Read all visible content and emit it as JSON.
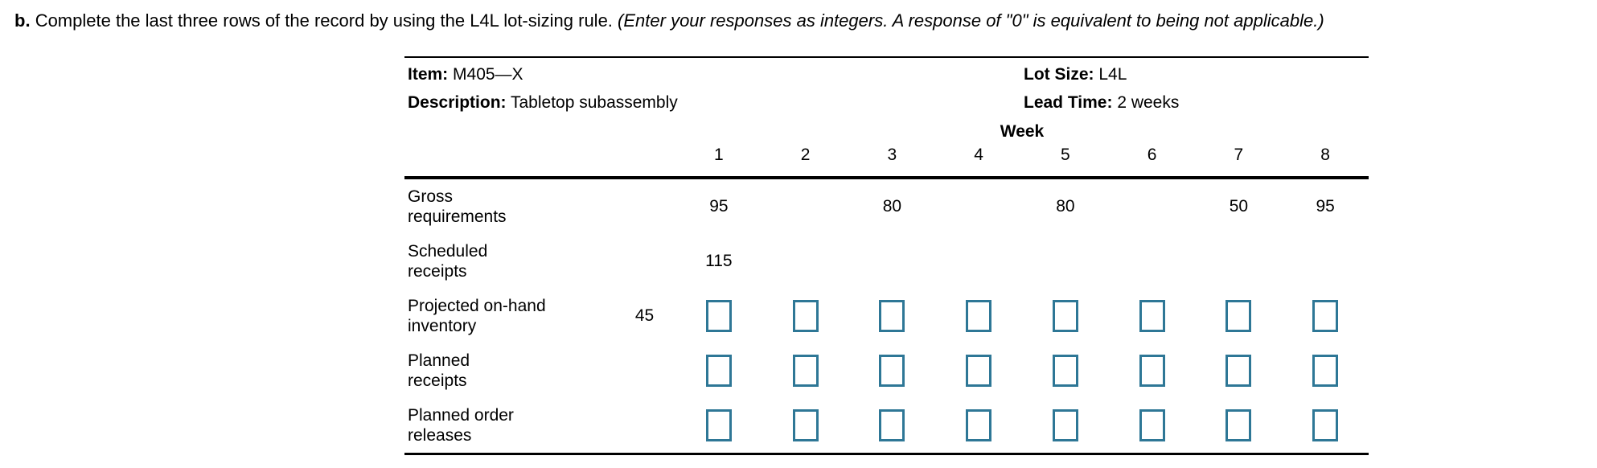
{
  "instruction": {
    "prefix": "b.",
    "text": "Complete the last three rows of the record by using the L4L lot-sizing rule.",
    "note": "(Enter your responses as integers. A response of \"0\" is equivalent to being not applicable.)"
  },
  "record": {
    "item_label": "Item:",
    "item_value": "M405—X",
    "description_label": "Description:",
    "description_value": "Tabletop subassembly",
    "lot_size_label": "Lot Size:",
    "lot_size_value": "L4L",
    "lead_time_label": "Lead Time:",
    "lead_time_value": "2 weeks",
    "week_header": "Week",
    "week_numbers": [
      "1",
      "2",
      "3",
      "4",
      "5",
      "6",
      "7",
      "8"
    ]
  },
  "table": {
    "rows": [
      {
        "label1": "Gross",
        "label2": "requirements",
        "type": "static",
        "initial": "",
        "values": [
          "95",
          "",
          "80",
          "",
          "80",
          "",
          "50",
          "95"
        ]
      },
      {
        "label1": "Scheduled",
        "label2": "receipts",
        "type": "static",
        "initial": "",
        "values": [
          "115",
          "",
          "",
          "",
          "",
          "",
          "",
          ""
        ]
      },
      {
        "label1": "Projected on-hand",
        "label2": "inventory",
        "type": "input",
        "initial": "45",
        "values": [
          "",
          "",
          "",
          "",
          "",
          "",
          "",
          ""
        ]
      },
      {
        "label1": "Planned",
        "label2": "receipts",
        "type": "input",
        "initial": "",
        "values": [
          "",
          "",
          "",
          "",
          "",
          "",
          "",
          ""
        ]
      },
      {
        "label1": "Planned order",
        "label2": "releases",
        "type": "input",
        "initial": "",
        "values": [
          "",
          "",
          "",
          "",
          "",
          "",
          "",
          ""
        ]
      }
    ]
  },
  "colors": {
    "input_border": "#2e7796",
    "text": "#000000",
    "rule": "#000000"
  }
}
